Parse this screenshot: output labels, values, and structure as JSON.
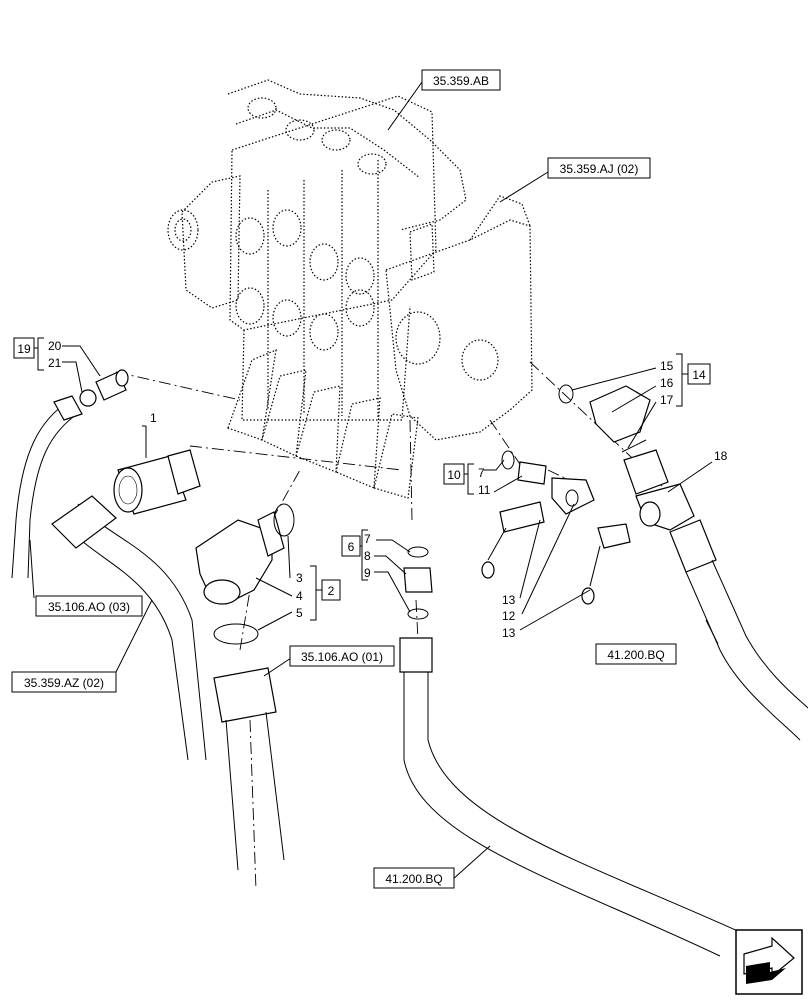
{
  "references": {
    "r_35359ab": "35.359.AB",
    "r_35359aj": "35.359.AJ (02)",
    "r_35106ao03": "35.106.AO (03)",
    "r_35359az": "35.359.AZ (02)",
    "r_35106ao01": "35.106.AO (01)",
    "r_41200bq_right": "41.200.BQ",
    "r_41200bq_bottom": "41.200.BQ"
  },
  "groups": {
    "g19": "19",
    "g2": "2",
    "g6": "6",
    "g10": "10",
    "g14": "14"
  },
  "callouts": {
    "c1": "1",
    "c3": "3",
    "c4": "4",
    "c5": "5",
    "c7a": "7",
    "c8": "8",
    "c9": "9",
    "c7b": "7",
    "c11": "11",
    "c12": "12",
    "c13a": "13",
    "c13b": "13",
    "c15": "15",
    "c16": "16",
    "c17": "17",
    "c18": "18",
    "c20": "20",
    "c21": "21"
  },
  "icons": {
    "nav": "next-page-arrow-icon"
  }
}
